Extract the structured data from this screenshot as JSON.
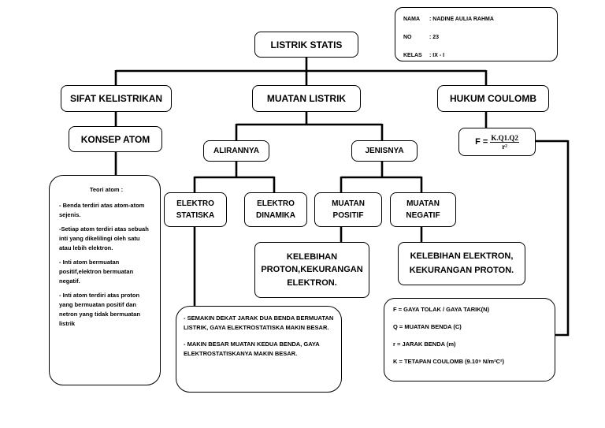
{
  "identity": {
    "name_key": "NAMA",
    "name_value": ": NADINE AULIA RAHMA",
    "no_key": "NO",
    "no_value": ": 23",
    "class_key": "KELAS",
    "class_value": ": IX - I"
  },
  "root": "LISTRIK STATIS",
  "level1": {
    "sifat": "SIFAT KELISTRIKAN",
    "muatan": "MUATAN LISTRIK",
    "hukum": "HUKUM COULOMB"
  },
  "konsep": "KONSEP ATOM",
  "teori": {
    "title": "Teori atom :",
    "points": [
      "- Benda terdiri atas atom-atom sejenis.",
      "-Setiap atom terdiri atas sebuah inti yang dikelilingi oleh satu atau lebih elektron.",
      "- Inti atom bermuatan positif,elektron bermuatan negatif.",
      "- Inti atom terdiri atas proton yang bermuatan positif dan netron yang tidak bermuatan listrik"
    ]
  },
  "alirannya": "ALIRANNYA",
  "jenisnya": "JENISNYA",
  "elektro_statiska": [
    "ELEKTRO",
    "STATISKA"
  ],
  "elektro_dinamika": [
    "ELEKTRO",
    "DINAMIKA"
  ],
  "muatan_positif": [
    "MUATAN",
    "POSITIF"
  ],
  "muatan_negatif": [
    "MUATAN",
    "NEGATIF"
  ],
  "kelebihan_proton": [
    "KELEBIHAN",
    "PROTON,KEKURANGAN",
    "ELEKTRON."
  ],
  "kelebihan_elektron": [
    "KELEBIHAN ELEKTRON,",
    "KEKURANGAN PROTON."
  ],
  "statiska_notes": [
    "- SEMAKIN DEKAT JARAK DUA BENDA BERMUATAN LISTRIK, GAYA ELEKTROSTATISKA MAKIN BESAR.",
    "- MAKIN BESAR MUATAN KEDUA BENDA, GAYA ELEKTROSTATISKANYA MAKIN BESAR."
  ],
  "formula": {
    "lhs": "F =",
    "numerator": "K.Q1.Q2",
    "denominator": "r²"
  },
  "coulomb_legend": [
    "F = GAYA TOLAK / GAYA TARIK(N)",
    "Q = MUATAN BENDA (C)",
    "r = JARAK BENDA (m)",
    "K = TETAPAN COULOMB (9.10⁹ N/m²C²)"
  ]
}
